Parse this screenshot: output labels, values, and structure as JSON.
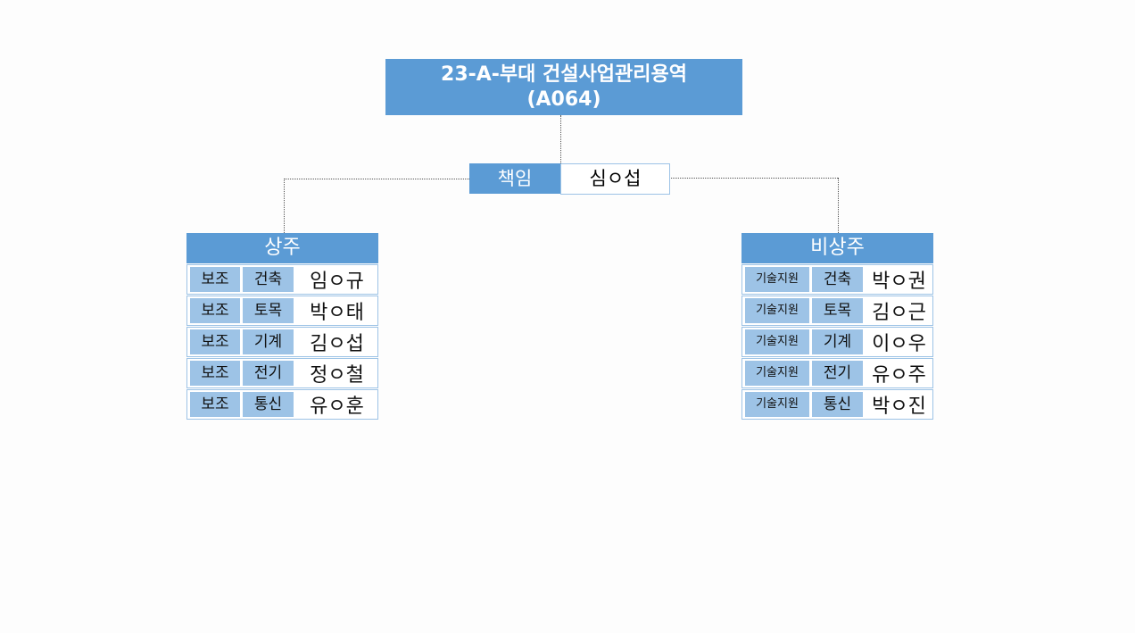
{
  "title": {
    "line1": "23-A-부대 건설사업관리용역",
    "line2": "(A064)"
  },
  "manager": {
    "label": "책임",
    "name": "심ㅇ섭"
  },
  "left": {
    "header": "상주",
    "rows": [
      {
        "role": "보조",
        "field": "건축",
        "name": "임ㅇ규"
      },
      {
        "role": "보조",
        "field": "토목",
        "name": "박ㅇ태"
      },
      {
        "role": "보조",
        "field": "기계",
        "name": "김ㅇ섭"
      },
      {
        "role": "보조",
        "field": "전기",
        "name": "정ㅇ철"
      },
      {
        "role": "보조",
        "field": "통신",
        "name": "유ㅇ훈"
      }
    ]
  },
  "right": {
    "header": "비상주",
    "rows": [
      {
        "role": "기술지원",
        "field": "건축",
        "name": "박ㅇ권"
      },
      {
        "role": "기술지원",
        "field": "토목",
        "name": "김ㅇ근"
      },
      {
        "role": "기술지원",
        "field": "기계",
        "name": "이ㅇ우"
      },
      {
        "role": "기술지원",
        "field": "전기",
        "name": "유ㅇ주"
      },
      {
        "role": "기술지원",
        "field": "통신",
        "name": "박ㅇ진"
      }
    ]
  }
}
